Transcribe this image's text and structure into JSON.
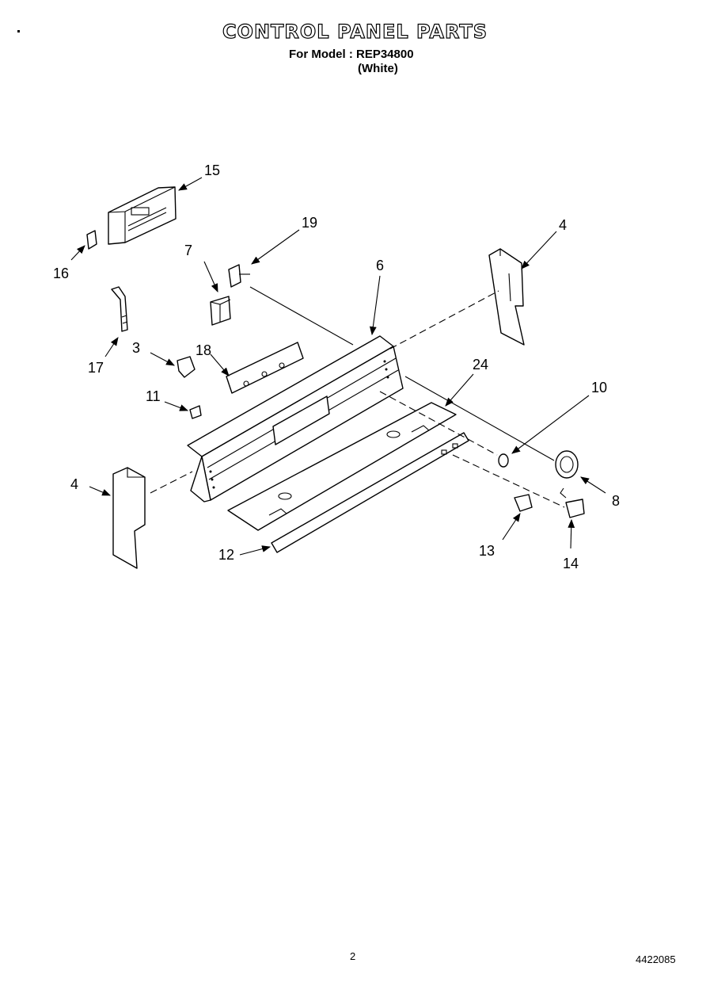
{
  "header": {
    "title": "CONTROL PANEL PARTS",
    "model_line": "For Model : REP34800",
    "color_line": "(White)"
  },
  "footer": {
    "page_number": "2",
    "document_number": "4422085"
  },
  "callouts": {
    "c15": "15",
    "c16": "16",
    "c19": "19",
    "c7": "7",
    "c4a": "4",
    "c6": "6",
    "c17": "17",
    "c3": "3",
    "c18": "18",
    "c24": "24",
    "c10": "10",
    "c11": "11",
    "c4b": "4",
    "c8": "8",
    "c12": "12",
    "c13": "13",
    "c14": "14"
  }
}
